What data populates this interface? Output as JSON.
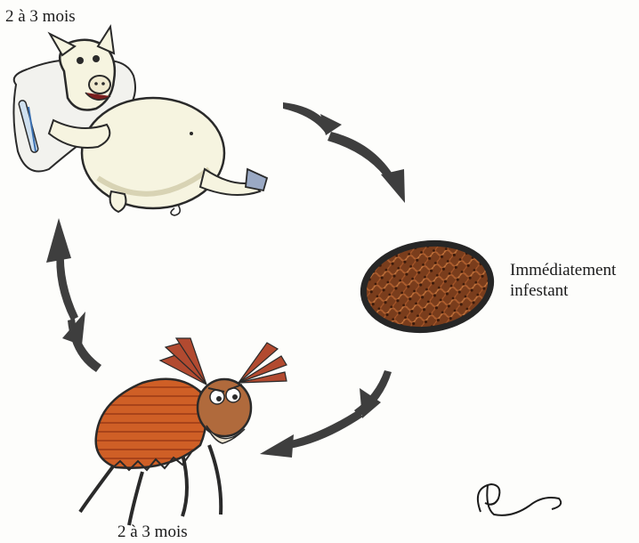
{
  "labels": {
    "top_stage": "2 à 3 mois",
    "bottom_stage": "2 à 3 mois",
    "egg_line1": "Immédiatement",
    "egg_line2": "infestant"
  },
  "colors": {
    "arrow": "#3e3e3e",
    "egg_outline": "#262626",
    "egg_fill": "#7a3d1c",
    "beetle_body": "#c85a24",
    "pig_body": "#f6f4e0"
  },
  "icons": {
    "pig": "sleeping-pig-illustration",
    "egg": "parasite-egg-illustration",
    "beetle": "dung-beetle-illustration",
    "signature": "artist-signature"
  }
}
